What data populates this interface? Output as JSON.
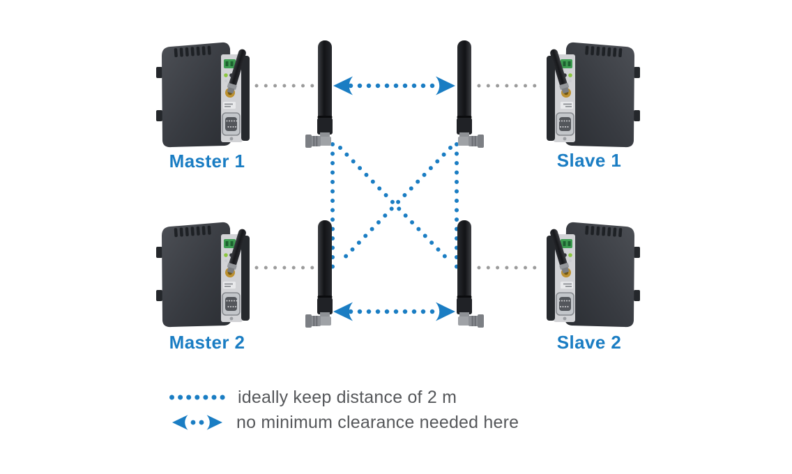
{
  "devices": [
    {
      "id": "master-1",
      "label": "Master 1"
    },
    {
      "id": "slave-1",
      "label": "Slave 1"
    },
    {
      "id": "master-2",
      "label": "Master 2"
    },
    {
      "id": "slave-2",
      "label": "Slave 2"
    }
  ],
  "legend": {
    "rows": [
      {
        "marker": "blue-dotted-line-icon",
        "label": "ideally keep distance of 2 m"
      },
      {
        "marker": "blue-double-arrow-icon",
        "label": "no minimum clearance needed here"
      }
    ]
  },
  "colors": {
    "accent_blue": "#1a7dc3",
    "connector_dot_gray": "#9b9b9b",
    "legend_text_gray": "#55575a",
    "device_body_dark": "#35383e",
    "device_panel_gray": "#d2d3d6"
  }
}
